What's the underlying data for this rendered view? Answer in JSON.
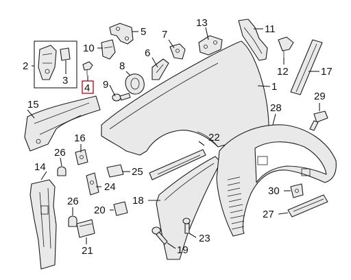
{
  "diagram": {
    "callouts": [
      {
        "id": "c1",
        "label": "1"
      },
      {
        "id": "c2",
        "label": "2"
      },
      {
        "id": "c3",
        "label": "3"
      },
      {
        "id": "c4",
        "label": "4"
      },
      {
        "id": "c5",
        "label": "5"
      },
      {
        "id": "c6",
        "label": "6"
      },
      {
        "id": "c7",
        "label": "7"
      },
      {
        "id": "c8",
        "label": "8"
      },
      {
        "id": "c9",
        "label": "9"
      },
      {
        "id": "c10",
        "label": "10"
      },
      {
        "id": "c11",
        "label": "11"
      },
      {
        "id": "c12",
        "label": "12"
      },
      {
        "id": "c13",
        "label": "13"
      },
      {
        "id": "c14",
        "label": "14"
      },
      {
        "id": "c15",
        "label": "15"
      },
      {
        "id": "c16",
        "label": "16"
      },
      {
        "id": "c17",
        "label": "17"
      },
      {
        "id": "c18",
        "label": "18"
      },
      {
        "id": "c19",
        "label": "19"
      },
      {
        "id": "c20",
        "label": "20"
      },
      {
        "id": "c21",
        "label": "21"
      },
      {
        "id": "c22",
        "label": "22"
      },
      {
        "id": "c23",
        "label": "23"
      },
      {
        "id": "c24",
        "label": "24"
      },
      {
        "id": "c25",
        "label": "25"
      },
      {
        "id": "c26a",
        "label": "26"
      },
      {
        "id": "c26b",
        "label": "26"
      },
      {
        "id": "c27",
        "label": "27"
      },
      {
        "id": "c28",
        "label": "28"
      },
      {
        "id": "c29",
        "label": "29"
      },
      {
        "id": "c30",
        "label": "30"
      }
    ],
    "colors": {
      "line": "#1a1a1a",
      "part_fill": "#e9e9e9",
      "highlight_box": "#c1121f"
    }
  }
}
